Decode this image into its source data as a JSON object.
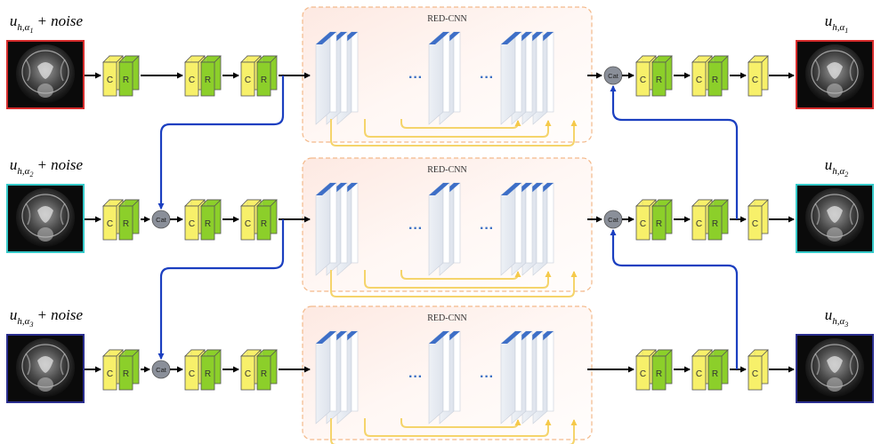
{
  "diagram": {
    "branches": [
      {
        "input_label": {
          "base": "u",
          "sub": "h,α",
          "subsub": "1",
          "suffix": "+ noise"
        },
        "output_label": {
          "base": "u",
          "sub": "h,α",
          "subsub": "1"
        },
        "frame_color": "#d62b2b"
      },
      {
        "input_label": {
          "base": "u",
          "sub": "h,α",
          "subsub": "2",
          "suffix": "+ noise"
        },
        "output_label": {
          "base": "u",
          "sub": "h,α",
          "subsub": "2"
        },
        "frame_color": "#35c9c9"
      },
      {
        "input_label": {
          "base": "u",
          "sub": "h,α",
          "subsub": "3",
          "suffix": "+ noise"
        },
        "output_label": {
          "base": "u",
          "sub": "h,α",
          "subsub": "3"
        },
        "frame_color": "#2a2e8f"
      }
    ],
    "redcnn_title": "RED-CNN",
    "conv_label": "C",
    "relu_label": "R",
    "cat_label": "Cat",
    "ellipsis": "···",
    "colors": {
      "conv": "#f7f06a",
      "relu": "#8ccf2a",
      "cat_node": "#8a8f99",
      "skip_link": "#1b3fc0",
      "redcnn_skip": "#f5d46b",
      "redcnn_box_border": "#f3b98a",
      "layer_stripe": "#3e6fc7"
    }
  }
}
